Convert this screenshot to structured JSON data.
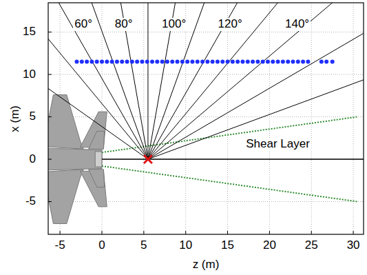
{
  "diagram": {
    "labels": [
      "15",
      "10",
      "5",
      "0",
      "-5",
      "-5",
      "0",
      "5",
      "10",
      "15",
      "20",
      "25",
      "30",
      "x (m)",
      "z (m)",
      "60°",
      "80°",
      "100°",
      "120°",
      "140°",
      "Shear Layer"
    ]
  }
}
